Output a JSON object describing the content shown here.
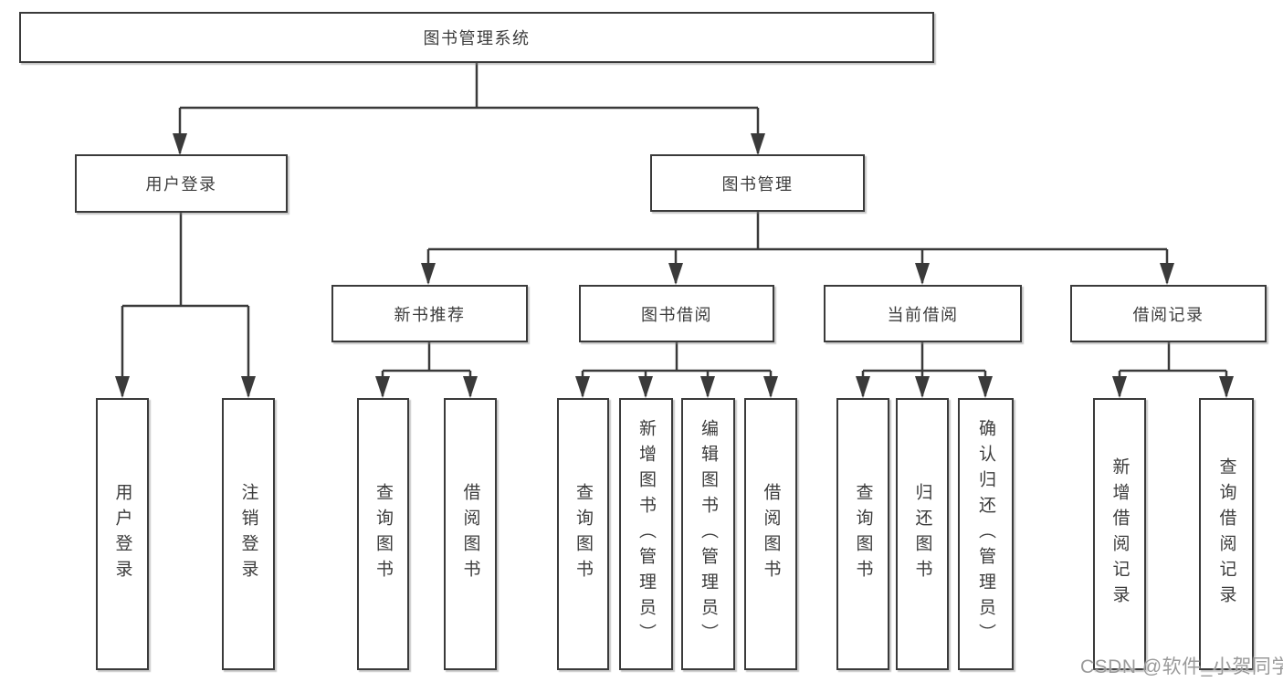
{
  "tree": {
    "root": "图书管理系统",
    "branches": [
      {
        "label": "用户登录",
        "children": [
          "用户登录",
          "注销登录"
        ]
      },
      {
        "label": "图书管理",
        "children": [
          {
            "label": "新书推荐",
            "children": [
              "查询图书",
              "借阅图书"
            ]
          },
          {
            "label": "图书借阅",
            "children": [
              "查询图书",
              "新增图书（管理员）",
              "编辑图书（管理员）",
              "借阅图书"
            ]
          },
          {
            "label": "当前借阅",
            "children": [
              "查询图书",
              "归还图书",
              "确认归还（管理员）"
            ]
          },
          {
            "label": "借阅记录",
            "children": [
              "新增借阅记录",
              "查询借阅记录"
            ]
          }
        ]
      }
    ]
  },
  "watermark": {
    "text": "CSDN @软件_小贺同学"
  },
  "colors": {
    "line": "#3a3a3a",
    "text": "#3c3c3c",
    "box_background": "#ffffff",
    "watermark": "#9a9a9a",
    "background": "#ffffff"
  }
}
